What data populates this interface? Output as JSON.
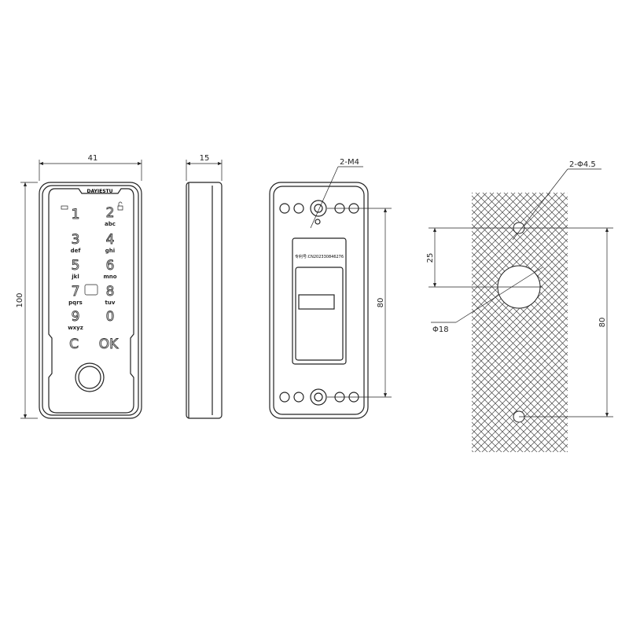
{
  "front_view": {
    "brand": "DAYIESTU",
    "width_dim": "41",
    "height_dim": "100",
    "keys": [
      {
        "digit": "1",
        "letters": ""
      },
      {
        "digit": "2",
        "letters": "abc"
      },
      {
        "digit": "3",
        "letters": "def"
      },
      {
        "digit": "4",
        "letters": "ghi"
      },
      {
        "digit": "5",
        "letters": "jkl"
      },
      {
        "digit": "6",
        "letters": "mno"
      },
      {
        "digit": "7",
        "letters": "pqrs"
      },
      {
        "digit": "8",
        "letters": "tuv"
      },
      {
        "digit": "9",
        "letters": "wxyz"
      },
      {
        "digit": "0",
        "letters": ""
      },
      {
        "digit": "C",
        "letters": ""
      },
      {
        "digit": "OK",
        "letters": ""
      }
    ]
  },
  "side_view": {
    "depth_dim": "15"
  },
  "back_view": {
    "screw_label": "2-M4",
    "hole_spacing_dim": "80",
    "patent_label": "专利号:CN202330846276"
  },
  "mounting_view": {
    "hole_label": "2-Φ4.5",
    "cable_hole_label": "Φ18",
    "offset_dim": "25",
    "spacing_dim": "80"
  }
}
